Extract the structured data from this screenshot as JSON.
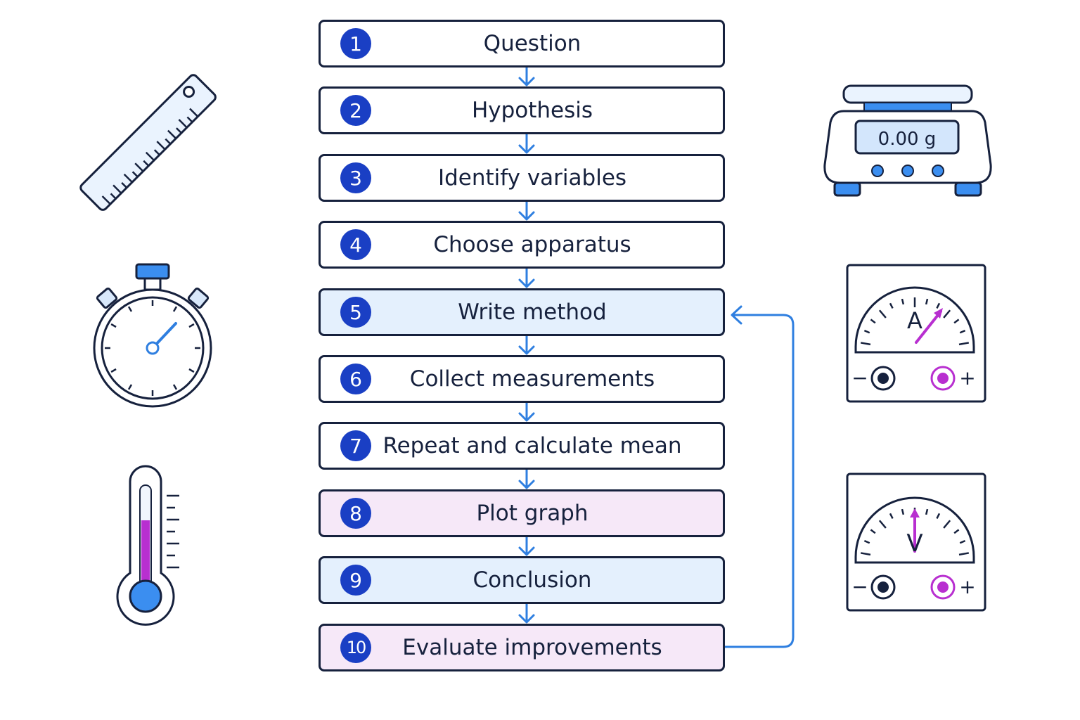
{
  "steps": [
    {
      "number": "1",
      "label": "Question",
      "fill": "white"
    },
    {
      "number": "2",
      "label": "Hypothesis",
      "fill": "white"
    },
    {
      "number": "3",
      "label": "Identify variables",
      "fill": "white"
    },
    {
      "number": "4",
      "label": "Choose apparatus",
      "fill": "white"
    },
    {
      "number": "5",
      "label": "Write method",
      "fill": "blue"
    },
    {
      "number": "6",
      "label": "Collect measurements",
      "fill": "white"
    },
    {
      "number": "7",
      "label": "Repeat and calculate mean",
      "fill": "white"
    },
    {
      "number": "8",
      "label": "Plot graph",
      "fill": "pink"
    },
    {
      "number": "9",
      "label": "Conclusion",
      "fill": "blue"
    },
    {
      "number": "10",
      "label": "Evaluate improvements",
      "fill": "pink"
    }
  ],
  "feedback_loop": {
    "from_step": "10",
    "to_step": "5"
  },
  "apparatus": {
    "ruler": {
      "icon": "ruler-icon"
    },
    "stopwatch": {
      "icon": "stopwatch-icon"
    },
    "thermometer": {
      "icon": "thermometer-icon"
    },
    "balance": {
      "icon": "balance-icon",
      "display": "0.00 g"
    },
    "ammeter": {
      "icon": "ammeter-icon",
      "unit": "A",
      "minus": "−",
      "plus": "+"
    },
    "voltmeter": {
      "icon": "voltmeter-icon",
      "unit": "V",
      "minus": "−",
      "plus": "+"
    }
  },
  "colors": {
    "outline": "#16213d",
    "badge": "#1a3fc4",
    "connector": "#2f7fe0",
    "fill_blue": "#e4f0fd",
    "fill_pink": "#f6e8f8",
    "accent_blue": "#3b8ef0",
    "accent_magenta": "#b82fd0"
  }
}
